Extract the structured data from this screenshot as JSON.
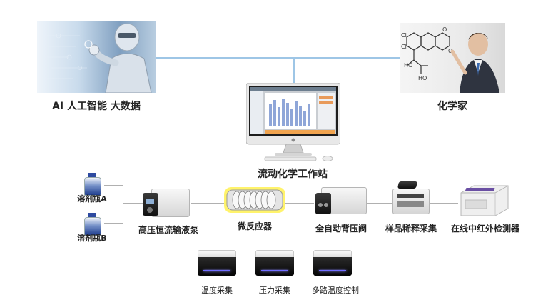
{
  "nodes": {
    "ai_label": "AI 人工智能  大数据",
    "chemist_label": "化学家",
    "workstation_label": "流动化学工作站",
    "solvent_a": "溶剂瓶A",
    "solvent_b": "溶剂瓶B",
    "pump": "高压恒流输液泵",
    "reactor": "微反应器",
    "back_pressure": "全自动背压阀",
    "dilution": "样品稀释采集",
    "ir_detector": "在线中红外检测器",
    "temp": "温度采集",
    "pressure": "压力采集",
    "multi_temp": "多路温度控制"
  },
  "icons": {
    "ai": "robot-ai-photo",
    "chemist": "chemist-photo",
    "workstation": "imac-computer-icon",
    "bottle": "solvent-bottle-icon",
    "pump": "hplc-pump-icon",
    "reactor": "microreactor-icon",
    "valve": "back-pressure-valve-icon",
    "sampler": "sampler-icon",
    "detector": "ir-detector-icon",
    "module": "control-module-icon"
  },
  "colors": {
    "connector": "#9ec6e6",
    "flow_line": "#b0b0b0",
    "reactor_glow": "#fff36b"
  }
}
